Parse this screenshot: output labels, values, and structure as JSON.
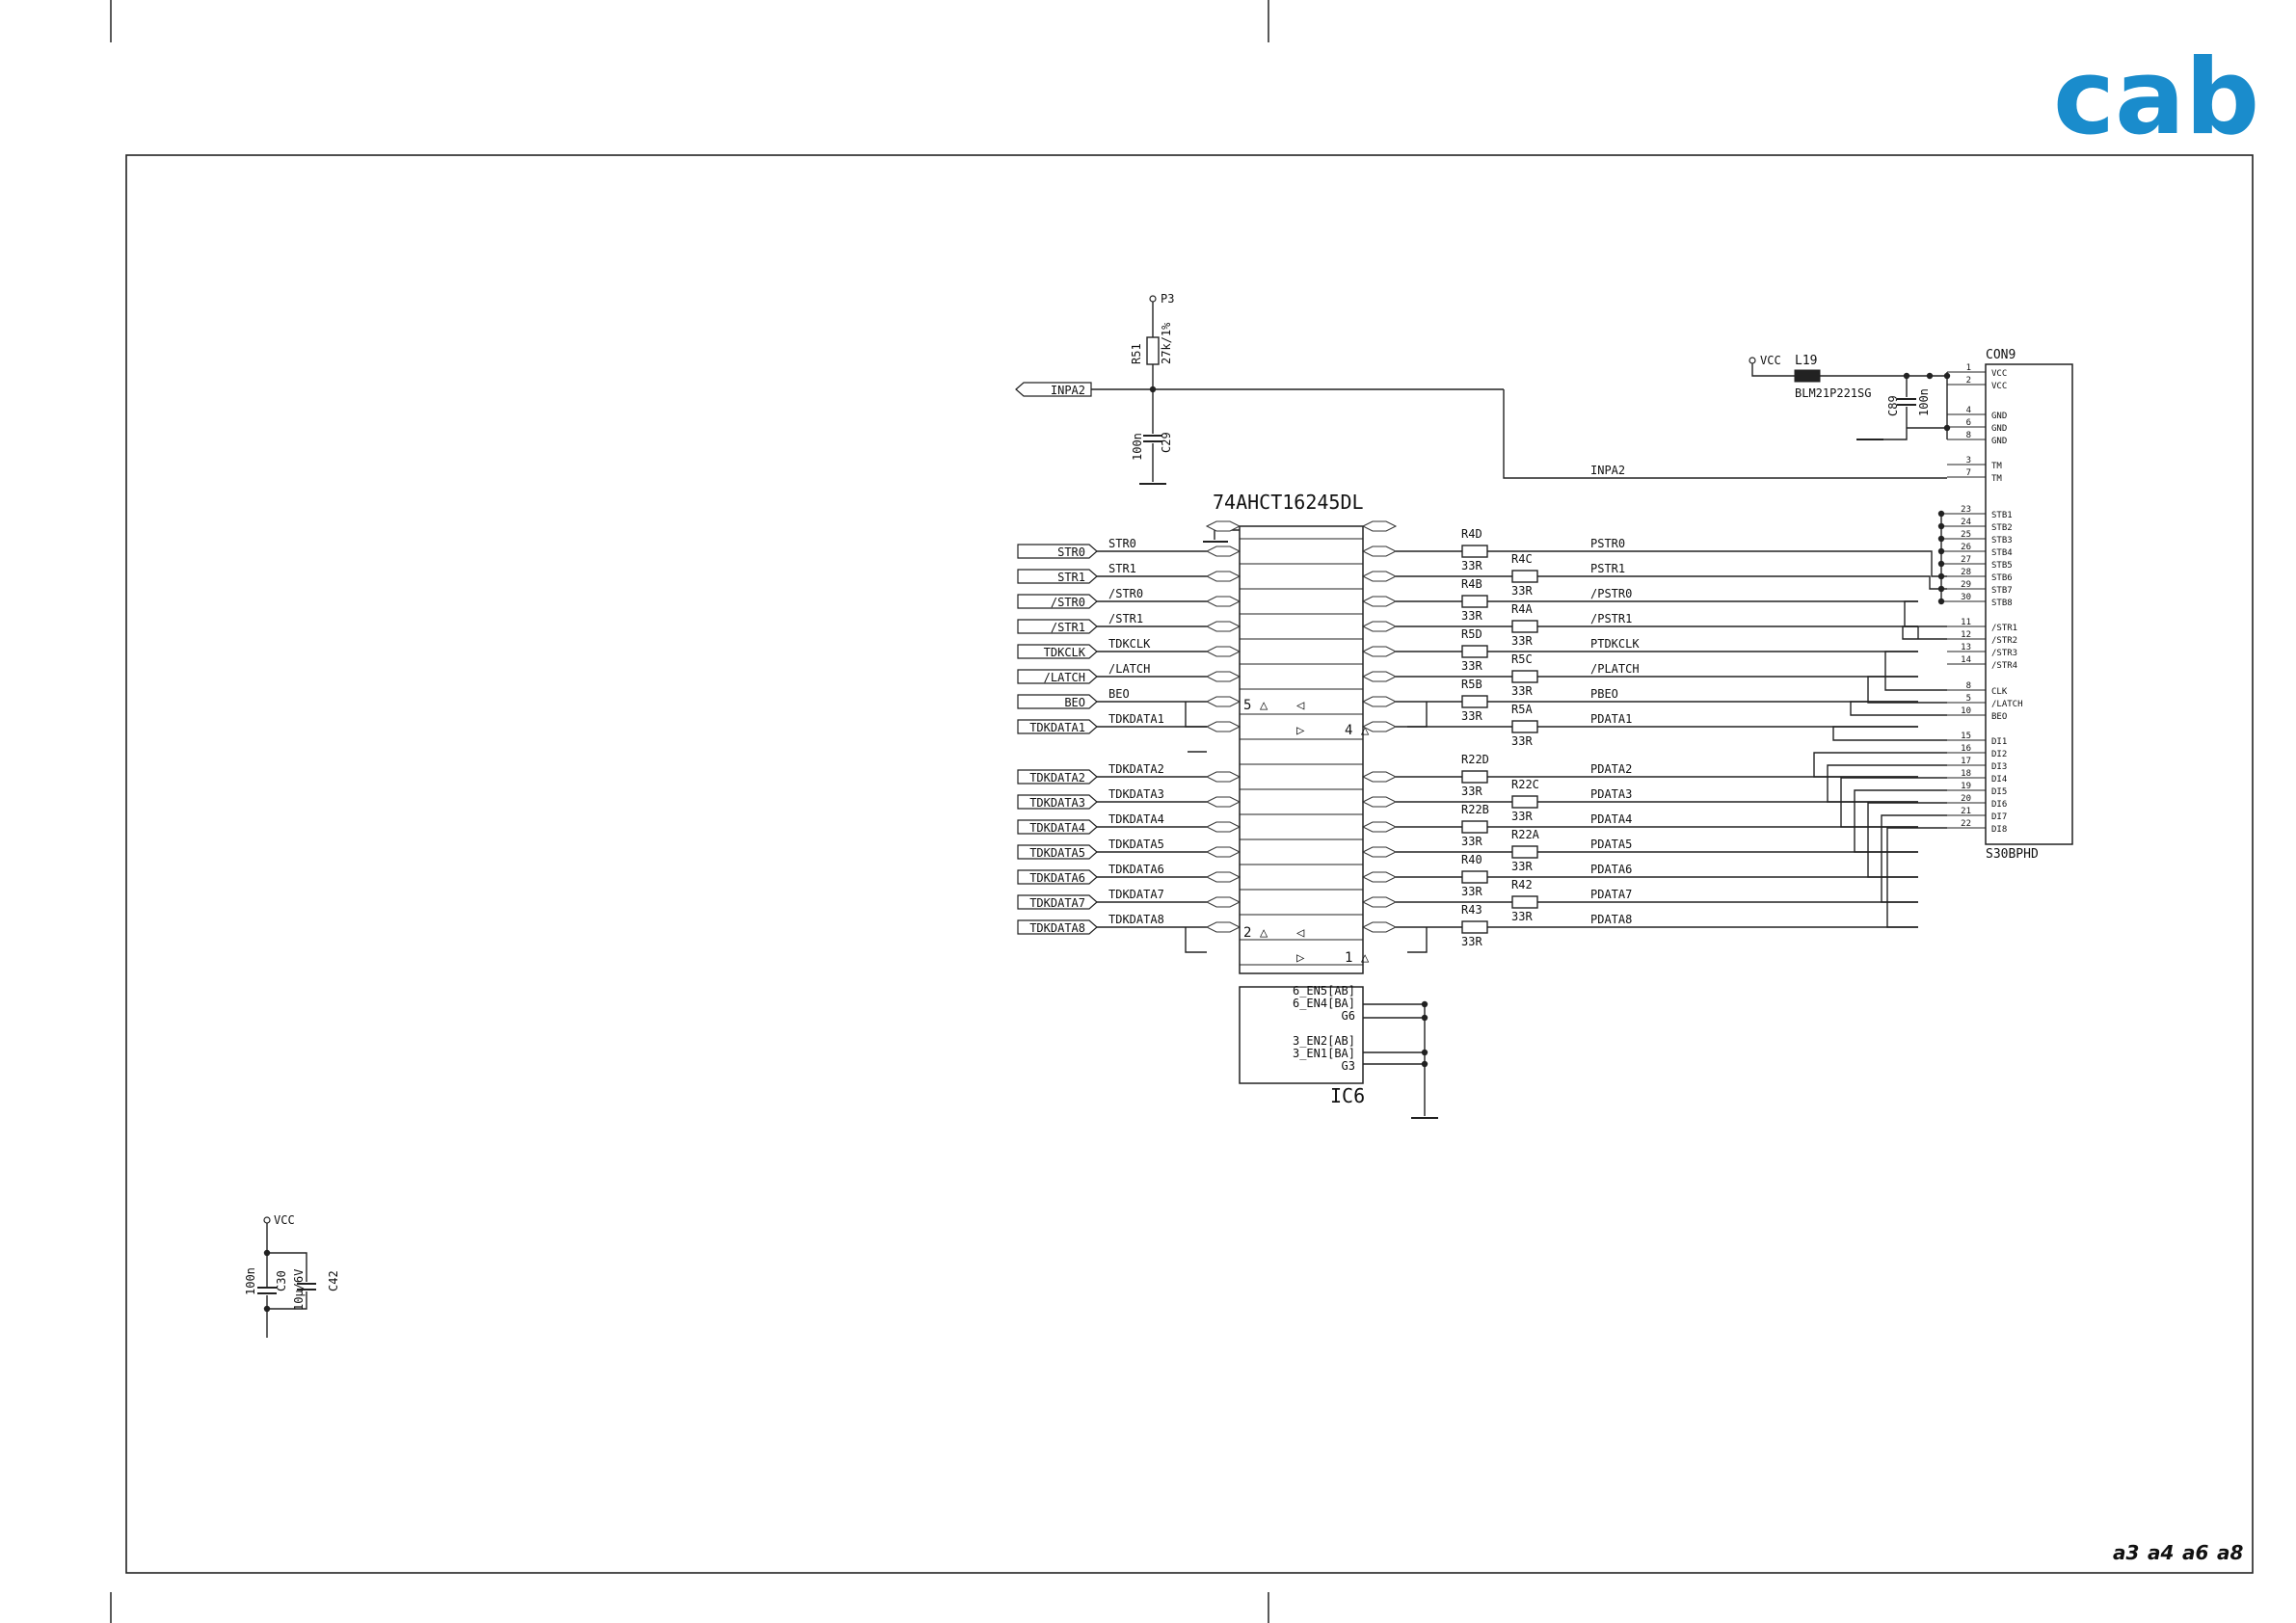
{
  "logo": {
    "text": "cab",
    "color": "#1a8ccc"
  },
  "footer_revisions": [
    "a3",
    "a4",
    "a6",
    "a8"
  ],
  "power_net": "VCC",
  "ic": {
    "part": "74AHCT16245DL",
    "ref": "IC6",
    "ctrl_rows": [
      {
        "text": "6_EN5[AB]"
      },
      {
        "text": "6_EN4[BA]"
      },
      {
        "text": "G6"
      },
      {
        "text": "3_EN2[AB]"
      },
      {
        "text": "3_EN1[BA]"
      },
      {
        "text": "G3"
      }
    ],
    "block_labels": [
      "5 △",
      "◁",
      "▷",
      "4 △",
      "2 △",
      "◁",
      "▷",
      "1 △"
    ]
  },
  "ports": [
    {
      "port": "STR0",
      "net": "STR0"
    },
    {
      "port": "STR1",
      "net": "STR1"
    },
    {
      "port": "/STR0",
      "net": "/STR0"
    },
    {
      "port": "/STR1",
      "net": "/STR1"
    },
    {
      "port": "TDKCLK",
      "net": "TDKCLK"
    },
    {
      "port": "/LATCH",
      "net": "/LATCH"
    },
    {
      "port": "BEO",
      "net": "BEO"
    },
    {
      "port": "TDKDATA1",
      "net": "TDKDATA1"
    },
    {
      "port": "",
      "net": ""
    },
    {
      "port": "TDKDATA2",
      "net": "TDKDATA2"
    },
    {
      "port": "TDKDATA3",
      "net": "TDKDATA3"
    },
    {
      "port": "TDKDATA4",
      "net": "TDKDATA4"
    },
    {
      "port": "TDKDATA5",
      "net": "TDKDATA5"
    },
    {
      "port": "TDKDATA6",
      "net": "TDKDATA6"
    },
    {
      "port": "TDKDATA7",
      "net": "TDKDATA7"
    },
    {
      "port": "TDKDATA8",
      "net": "TDKDATA8"
    }
  ],
  "series_resistors": [
    {
      "ref": "R4D",
      "value": "33R",
      "net": "PSTR0"
    },
    {
      "ref": "R4C",
      "value": "33R",
      "net": "PSTR1"
    },
    {
      "ref": "R4B",
      "value": "33R",
      "net": "/PSTR0"
    },
    {
      "ref": "R4A",
      "value": "33R",
      "net": "/PSTR1"
    },
    {
      "ref": "R5D",
      "value": "33R",
      "net": "PTDKCLK"
    },
    {
      "ref": "R5C",
      "value": "33R",
      "net": "/PLATCH"
    },
    {
      "ref": "R5B",
      "value": "33R",
      "net": "PBEO"
    },
    {
      "ref": "R5A",
      "value": "33R",
      "net": "PDATA1"
    },
    {
      "ref": "",
      "value": "",
      "net": ""
    },
    {
      "ref": "R22D",
      "value": "33R",
      "net": "PDATA2"
    },
    {
      "ref": "R22C",
      "value": "33R",
      "net": "PDATA3"
    },
    {
      "ref": "R22B",
      "value": "33R",
      "net": "PDATA4"
    },
    {
      "ref": "R22A",
      "value": "33R",
      "net": "PDATA5"
    },
    {
      "ref": "R40",
      "value": "33R",
      "net": "PDATA6"
    },
    {
      "ref": "R42",
      "value": "33R",
      "net": "PDATA7"
    },
    {
      "ref": "R43",
      "value": "33R",
      "net": "PDATA8"
    }
  ],
  "inpa": {
    "port": "INPA2",
    "net": "INPA2",
    "pullup": {
      "ref": "R51",
      "value": "27k/1%",
      "supply": "P3"
    },
    "cap": {
      "ref": "C29",
      "value": "100n"
    }
  },
  "connector": {
    "ref": "CON9",
    "part": "S30BPHD",
    "ferrite": {
      "ref": "L19",
      "part": "BLM21P221SG"
    },
    "cap": {
      "ref": "C89",
      "value": "100n"
    },
    "pins": [
      {
        "num": "1",
        "name": "VCC"
      },
      {
        "num": "2",
        "name": "VCC"
      },
      {
        "num": "4",
        "name": "GND"
      },
      {
        "num": "6",
        "name": "GND"
      },
      {
        "num": "8",
        "name": "GND"
      },
      {
        "num": "3",
        "name": "TM"
      },
      {
        "num": "7",
        "name": "TM"
      },
      {
        "num": "23",
        "name": "STB1"
      },
      {
        "num": "24",
        "name": "STB2"
      },
      {
        "num": "25",
        "name": "STB3"
      },
      {
        "num": "26",
        "name": "STB4"
      },
      {
        "num": "27",
        "name": "STB5"
      },
      {
        "num": "28",
        "name": "STB6"
      },
      {
        "num": "29",
        "name": "STB7"
      },
      {
        "num": "30",
        "name": "STB8"
      },
      {
        "num": "11",
        "name": "/STR1"
      },
      {
        "num": "12",
        "name": "/STR2"
      },
      {
        "num": "13",
        "name": "/STR3"
      },
      {
        "num": "14",
        "name": "/STR4"
      },
      {
        "num": "8",
        "name": "CLK"
      },
      {
        "num": "5",
        "name": "/LATCH"
      },
      {
        "num": "10",
        "name": "BEO"
      },
      {
        "num": "15",
        "name": "DI1"
      },
      {
        "num": "16",
        "name": "DI2"
      },
      {
        "num": "17",
        "name": "DI3"
      },
      {
        "num": "18",
        "name": "DI4"
      },
      {
        "num": "19",
        "name": "DI5"
      },
      {
        "num": "20",
        "name": "DI6"
      },
      {
        "num": "21",
        "name": "DI7"
      },
      {
        "num": "22",
        "name": "DI8"
      }
    ]
  },
  "decoupling": {
    "net": "VCC",
    "c1": {
      "ref": "C30",
      "value": "100n"
    },
    "c2": {
      "ref": "C42",
      "value": "10µ/6V"
    }
  }
}
